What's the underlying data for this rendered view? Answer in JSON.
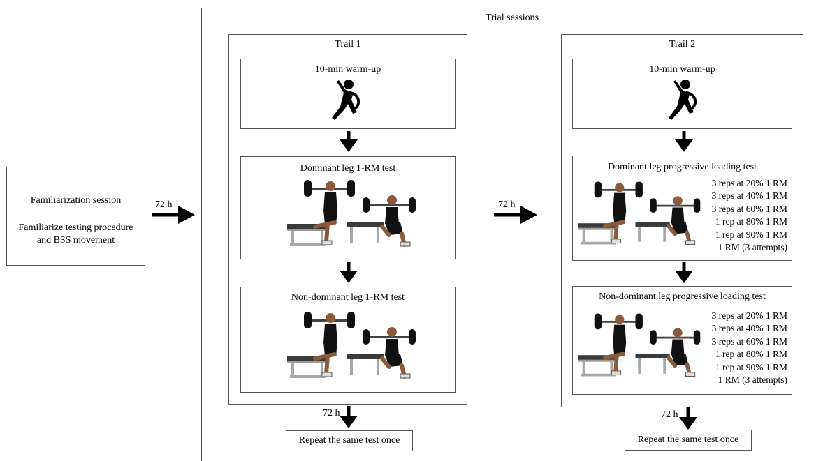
{
  "familiarization": {
    "title": "Familiarization session",
    "line1": "Familiarize testing procedure",
    "line2": "and BSS movement"
  },
  "gap_label_1": "72 h",
  "gap_label_2": "72 h",
  "trial_sessions_title": "Trial sessions",
  "trail1": {
    "title": "Trail 1",
    "warmup": "10-min warm-up",
    "dominant": "Dominant leg 1-RM test",
    "nondominant": "Non-dominant leg 1-RM test",
    "after_label": "72 h",
    "repeat": "Repeat the same test once"
  },
  "trail2": {
    "title": "Trail 2",
    "warmup": "10-min warm-up",
    "dominant": "Dominant leg progressive loading test",
    "nondominant": "Non-dominant leg progressive loading test",
    "after_label": "72 h",
    "repeat": "Repeat the same test once",
    "dominant_steps": [
      "3 reps at 20% 1 RM",
      "3 reps at 40% 1 RM",
      "3 reps at 60% 1 RM",
      "1 rep at 80% 1 RM",
      "1 rep at 90% 1 RM",
      "1 RM (3 attempts)"
    ],
    "nondominant_steps": [
      "3 reps at 20% 1 RM",
      "3 reps at 40% 1 RM",
      "3 reps at 60% 1 RM",
      "1 rep at 80% 1 RM",
      "1 rep at 90% 1 RM",
      "1 RM (3 attempts)"
    ]
  },
  "icons": {
    "warmup": "stretching-person-icon",
    "exercise": "bulgarian-split-squat-illustration"
  }
}
